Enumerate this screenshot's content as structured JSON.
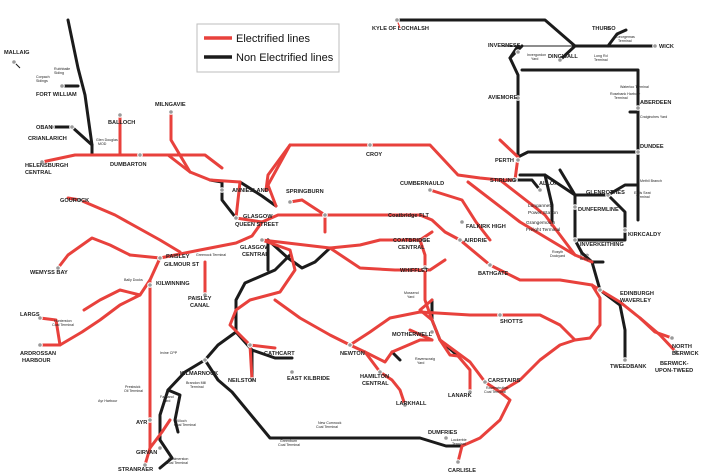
{
  "legend": {
    "electrified": "Electrified lines",
    "non_electrified": "Non Electrified lines"
  },
  "colors": {
    "electrified": "#e8413c",
    "non_electrified": "#1b1b1b",
    "station": "#9a9a9a"
  },
  "stations": {
    "kyle": "KYLE OF LOCHALSH",
    "thurso": "THURSO",
    "wick": "WICK",
    "inverness": "INVERNESS",
    "dingwall": "DINGWALL",
    "mallaig": "MALLAIG",
    "fortwilliam": "FORT WILLIAM",
    "oban": "OBAN",
    "crianlarich": "CRIANLARICH",
    "balloch": "BALLOCH",
    "milngavie": "MILNGAVIE",
    "helensburgh1": "HELENSBURGH",
    "helensburgh2": "CENTRAL",
    "dumbarton": "DUMBARTON",
    "anniesland": "ANNIESLAND",
    "springburn": "SPRINGBURN",
    "croy": "CROY",
    "cumbernauld": "CUMBERNAULD",
    "aviemore": "AVIEMORE",
    "aberdeen": "ABERDEEN",
    "dundee": "DUNDEE",
    "perth": "PERTH",
    "stirling": "STIRLING",
    "alloa": "ALLOA",
    "glenrothes": "GLENROTHES",
    "dunfermline": "DUNFERMLINE",
    "inverkeithing": "INVERKEITHING",
    "kirkcaldy": "KIRKCALDY",
    "gourock": "GOUROCK",
    "wemyss": "WEMYSS BAY",
    "paisley1": "PAISLEY",
    "paisley2": "GILMOUR ST",
    "glasgowqs1": "GLASGOW",
    "glasgowqs2": "QUEEN STREET",
    "glasgowc1": "GLASGOW",
    "glasgowc2": "CENTRAL",
    "coatbridgefl": "Coatbridge FLT",
    "coatbridge1": "COATBRIDGE",
    "coatbridge2": "CENTRAL",
    "airdrie": "AIRDRIE",
    "falkirk": "FALKIRK HIGH",
    "bathgate": "BATHGATE",
    "edinburgh1": "EDINBURGH",
    "edinburgh2": "WAVERLEY",
    "kilwinning": "KILWINNING",
    "paisleycanal1": "PAISLEY",
    "paisleycanal2": "CANAL",
    "largs": "LARGS",
    "ardrossan1": "ARDROSSAN",
    "ardrossan2": "HARBOUR",
    "whifflet": "WHIFFLET",
    "motherwell": "MOTHERWELL",
    "shotts": "SHOTTS",
    "newton": "NEWTON",
    "cathcart": "CATHCART",
    "neilston": "NEILSTON",
    "eastkilbride": "EAST KILBRIDE",
    "kilmarnock": "KILMARNOCK",
    "hamilton1": "HAMILTON",
    "hamilton2": "CENTRAL",
    "larkhall": "LARKHALL",
    "lanark": "LANARK",
    "carstairs": "CARSTAIRS",
    "northberwick1": "NORTH",
    "northberwick2": "BERWICK",
    "berwick1": "BERWICK-",
    "berwick2": "UPON-TWEED",
    "tweedbank": "TWEEDBANK",
    "ayr": "AYR",
    "girvan": "GIRVAN",
    "stranraer": "STRANRAER",
    "dumfries": "DUMFRIES",
    "carlisle": "CARLISLE"
  },
  "minor": {
    "corpach1": "Corpach",
    "corpach2": "Sidings",
    "rubhbaile1": "Rubhbaile",
    "rubhbaile2": "Siding",
    "glendouglas1": "Glen Douglas",
    "glendouglas2": "MOD",
    "invgordon1": "Invergordon",
    "invgordon2": "Yard",
    "longcraft1": "Long Rd",
    "longcraft2": "Terminal",
    "georgemas1": "Georgemas",
    "georgemas2": "Terminal",
    "waterloo": "Waterloo Terminal",
    "rosebank1": "Rosebank Harbour",
    "rosebank2": "Terminal",
    "craiginches": "Craiginches Yard",
    "methil": "Methil Branch",
    "earlsseat1": "Earls Seat",
    "earlsseat2": "Terminal",
    "longannet1": "Longannet",
    "longannet2": "Power Station",
    "grangemouth1": "Grangemouth",
    "grangemouth2": "Freight Terminal",
    "rosyth1": "Rosyth",
    "rosyth2": "Dockyard",
    "northqueensferry1": "North",
    "northqueensferry2": "Bridge",
    "greenock": "Greenock Terminal",
    "bellgrove1": "Bally Docks",
    "hunterston1": "Hunterston",
    "hunterston2": "Coal Terminal",
    "mossend1": "Mossend",
    "mossend2": "Yard",
    "ravenscraig1": "Ravenscraig",
    "ravenscraig2": "Yard",
    "ironcpp": "Irvine CPP",
    "brandon1": "Brandon Mill",
    "brandon2": "Terminal",
    "prestwick1": "Prestwick",
    "prestwick2": "Oil Terminal",
    "ayrharbour": "Ayr Harbour",
    "falkland1": "Falkland",
    "falkland2": "Yard",
    "killoch1": "Killoch",
    "killoch2": "Coal Terminal",
    "newcumnock1": "New Cumnock",
    "newcumnock2": "Coal Terminal",
    "greenburn1": "Greenburn",
    "greenburn2": "Coal Terminal",
    "chalmerston1": "Chalmerston",
    "chalmerston2": "Coal Terminal",
    "ravenstruther1": "Ravenstruther",
    "ravenstruther2": "Coal Terminal",
    "lockerbie1": "Lockerbie",
    "lockerbie2": "Terminal"
  }
}
